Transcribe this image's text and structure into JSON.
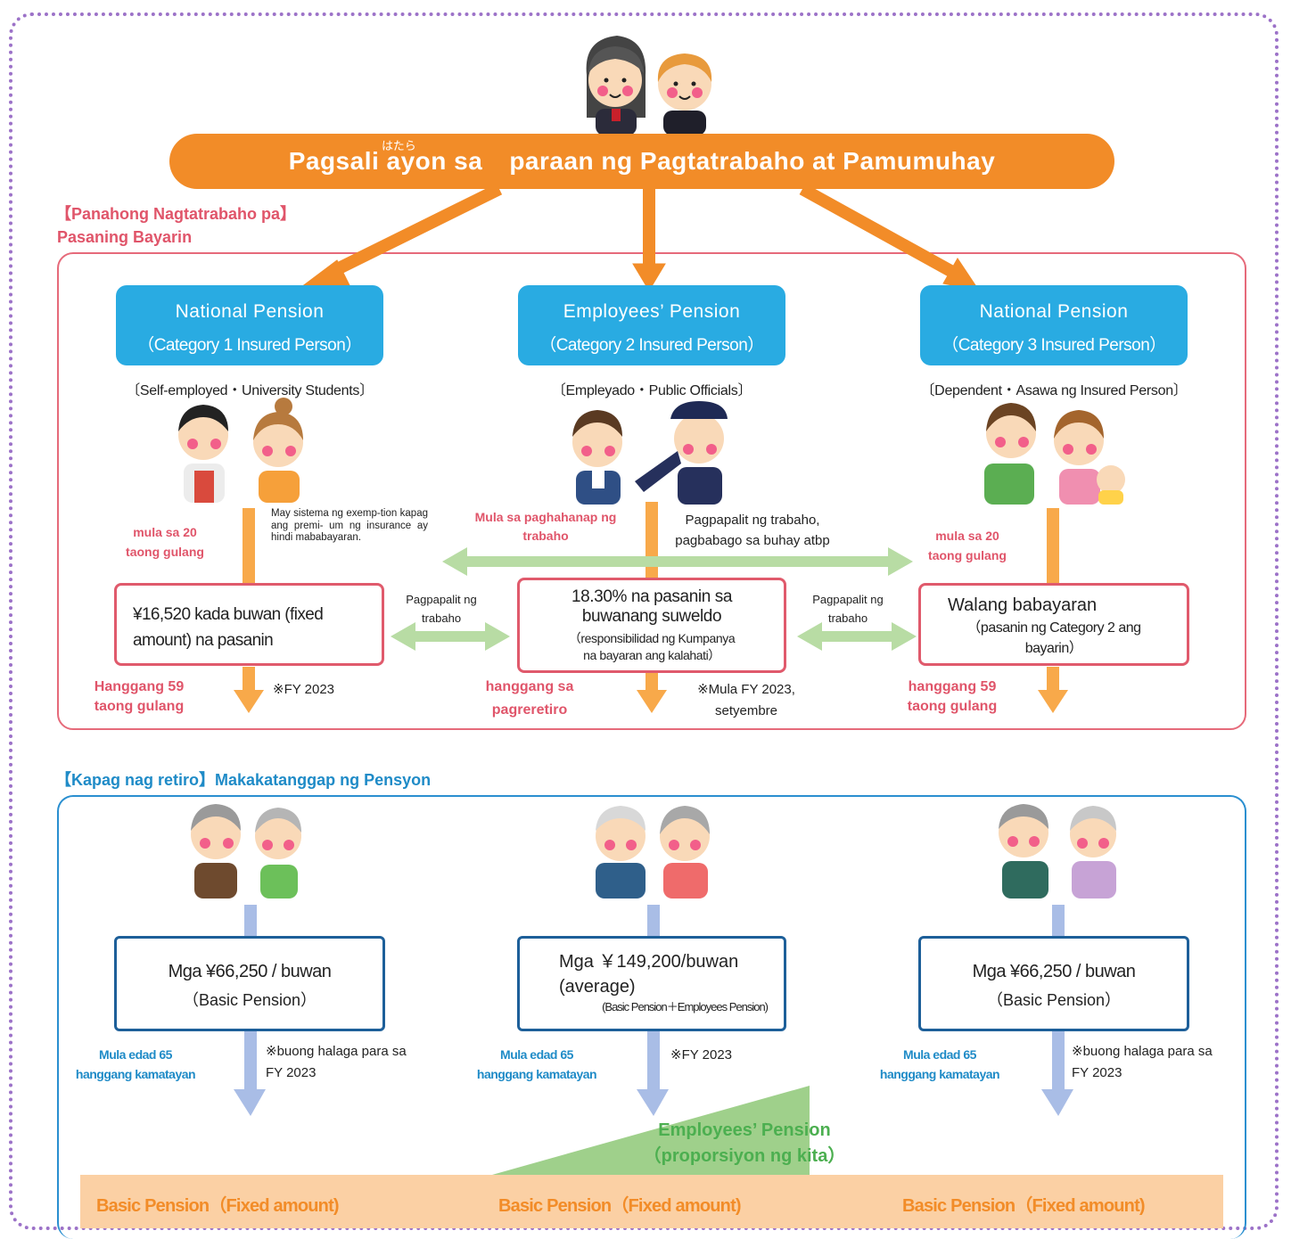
{
  "banner": {
    "title": "Pagsali ayon sa",
    "title_rest": "paraan ng Pagtatrabaho at Pamumuhay",
    "ruby": "はたら"
  },
  "working": {
    "heading": "【Panahong Nagtatrabaho pa】",
    "subheading": "Pasaning Bayarin"
  },
  "categories": [
    {
      "title": "National Pension",
      "subtitle": "（Category 1 Insured Person）",
      "who": "〔Self-employed・University Students〕",
      "start": "mula sa 20\ntaong gulang",
      "exemption_note": "May sistema ng exemp-tion kapag ang premi- um ng insurance ay hindi mababayaran.",
      "amount_main": "¥16,520 kada buwan (fixed amount) na pasanin",
      "amount_sub": "",
      "end": "Hanggang 59\ntaong gulang",
      "note": "※FY 2023"
    },
    {
      "title": "Employees’ Pension",
      "subtitle": "（Category 2 Insured Person）",
      "who": "〔Empleyado・Public Officials〕",
      "start": "Mula sa paghahanap ng\ntrabaho",
      "change_note": "Pagpapalit ng trabaho,\npagbabago sa buhay atbp",
      "amount_main": "18.30% na pasanin sa\nbuwanang suweldo",
      "amount_sub": "（responsibilidad ng Kumpanya\nna bayaran ang kalahati）",
      "end": "hanggang sa\npagreretiro",
      "note": "※Mula FY 2023,\nsetyembre"
    },
    {
      "title": "National Pension",
      "subtitle": "（Category 3 Insured Person）",
      "who": "〔Dependent・Asawa ng Insured Person〕",
      "start": "mula sa 20\ntaong gulang",
      "amount_main": "Walang babayaran",
      "amount_sub": "（pasanin ng Category 2 ang\nbayarin）",
      "end": "hanggang 59\ntaong gulang",
      "note": ""
    }
  ],
  "job_change_left": "Pagpapalit ng\ntrabaho",
  "job_change_right": "Pagpapalit ng\ntrabaho",
  "retired": {
    "heading": "【Kapag nag retiro】",
    "heading_rest": "Makakatanggap ng Pensyon"
  },
  "pensions": [
    {
      "main": "Mga ¥66,250 / buwan",
      "sub": "（Basic Pension）",
      "from": "Mula edad 65\nhanggang kamatayan",
      "note": "※buong halaga para sa\nFY 2023"
    },
    {
      "main": "Mga ￥149,200/buwan\n(average)",
      "sub": "(Basic Pension＋Employees Pension)",
      "from": "Mula edad 65\nhanggang kamatayan",
      "note": "※FY 2023"
    },
    {
      "main": "Mga ¥66,250 / buwan",
      "sub": "（Basic Pension）",
      "from": "Mula edad 65\nhanggang kamatayan",
      "note": "※buong halaga para sa\nFY 2023"
    }
  ],
  "employees_pension_label": "Employees’ Pension\n（proporsiyon ng kita）",
  "basic_pension_labels": [
    "Basic Pension（Fixed amount)",
    "Basic Pension（Fixed amount)",
    "Basic Pension（Fixed amount)"
  ],
  "colors": {
    "orange": "#f28c28",
    "category_blue": "#29abe2",
    "pink": "#e0556a",
    "green_arrow": "#b8dca4",
    "periwinkle_arrow": "#a9bde6",
    "dotted_frame": "#9c72c8"
  }
}
